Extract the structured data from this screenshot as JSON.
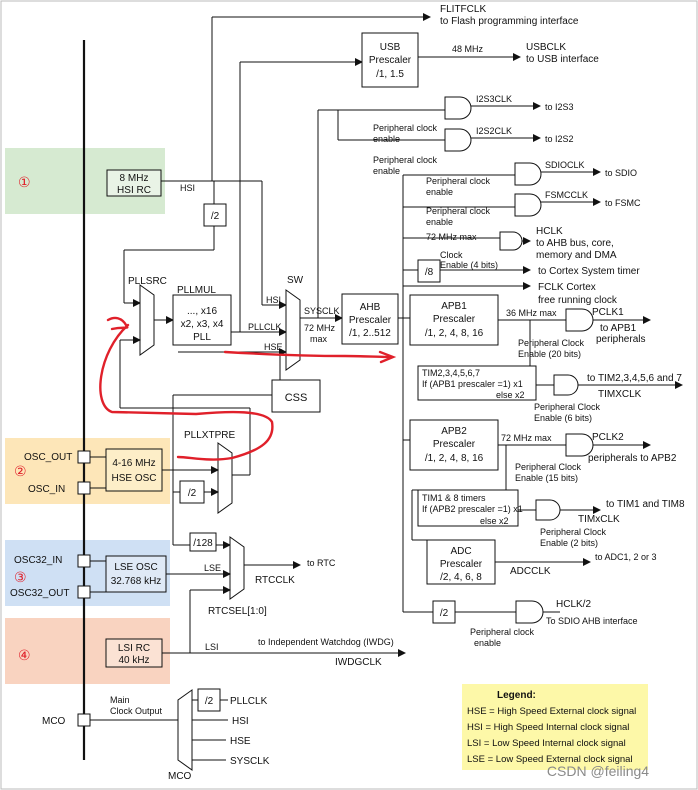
{
  "regions": {
    "hsi": {
      "num": "①",
      "color": "#d6ead1"
    },
    "hse": {
      "num": "②",
      "color": "#fde6b8"
    },
    "lse": {
      "num": "③",
      "color": "#cfe0f4"
    },
    "lsi": {
      "num": "④",
      "color": "#f9d3c0"
    }
  },
  "osc": {
    "hsi_l1": "8 MHz",
    "hsi_l2": "HSI RC",
    "hse_l1": "4-16 MHz",
    "hse_l2": "HSE OSC",
    "lse_l1": "LSE OSC",
    "lse_l2": "32.768 kHz",
    "lsi_l1": "LSI RC",
    "lsi_l2": "40 kHz"
  },
  "pins": {
    "osc_out": "OSC_OUT",
    "osc_in": "OSC_IN",
    "osc32_in": "OSC32_IN",
    "osc32_out": "OSC32_OUT",
    "mco": "MCO"
  },
  "blocks": {
    "usb_l1": "USB",
    "usb_l2": "Prescaler",
    "usb_l3": "/1, 1.5",
    "pll_l1": "..., x16",
    "pll_l2": "x2, x3, x4",
    "pll_l3": "PLL",
    "pllmul": "PLLMUL",
    "pllsrc": "PLLSRC",
    "pllxtpre": "PLLXTPRE",
    "div2": "/2",
    "div128": "/128",
    "div8": "/8",
    "css": "CSS",
    "ahb_l1": "AHB",
    "ahb_l2": "Prescaler",
    "ahb_l3": "/1, 2..512",
    "apb1_l1": "APB1",
    "apb1_l2": "Prescaler",
    "apb1_l3": "/1, 2, 4, 8, 16",
    "apb2_l1": "APB2",
    "apb2_l2": "Prescaler",
    "apb2_l3": "/1, 2, 4, 8, 16",
    "tim1_l1": "TIM2,3,4,5,6,7",
    "tim1_l2": "If (APB1 prescaler =1) x1",
    "tim1_l3": "else  x2",
    "tim2_l1": "TIM1 & 8 timers",
    "tim2_l2": "If (APB2 prescaler =1) x1",
    "tim2_l3": "else x2",
    "adc_l1": "ADC",
    "adc_l2": "Prescaler",
    "adc_l3": "/2, 4, 6, 8"
  },
  "labels": {
    "flitfclk": "FLITFCLK",
    "flash": "to Flash programming interface",
    "usb48": "48 MHz",
    "usbclk": "USBCLK",
    "to_usb": "to USB interface",
    "i2s3clk": "I2S3CLK",
    "to_i2s3": "to I2S3",
    "i2s2clk": "I2S2CLK",
    "to_i2s2": "to I2S2",
    "pce": "Peripheral clock",
    "enable": "enable",
    "sdioclk": "SDIOCLK",
    "to_sdio": "to SDIO",
    "fsmcclk": "FSMCCLK",
    "to_fsmc": "to FSMC",
    "hclk": "HCLK",
    "hclk_1": "to AHB bus, core,",
    "hclk_2": "memory and DMA",
    "max72": "72 MHz max",
    "clock_en": "Clock",
    "enable4": "Enable (4 bits)",
    "cortex_timer": "to Cortex System timer",
    "fclk1": "FCLK Cortex",
    "fclk2": "free running clock",
    "hsi": "HSI",
    "hse": "HSE",
    "sw": "SW",
    "sysclk": "SYSCLK",
    "pllclk": "PLLCLK",
    "sys72a": "72 MHz",
    "sys72b": "max",
    "max36": "36 MHz max",
    "pclk1": "PCLK1",
    "apb1_p1": "to APB1",
    "apb1_p2": "peripherals",
    "pce20a": "Peripheral Clock",
    "pce20b": "Enable (20 bits)",
    "tim_out": "to TIM2,3,4,5,6 and 7",
    "timxclk": "TIMXCLK",
    "pce6a": "Peripheral Clock",
    "pce6b": "Enable (6 bits)",
    "max72b": "72 MHz max",
    "pclk2": "PCLK2",
    "apb2_p": "peripherals to APB2",
    "pce15a": "Peripheral Clock",
    "pce15b": "Enable (15 bits)",
    "tim18": "to TIM1 and TIM8",
    "timxclk2": "TIMxCLK",
    "pce2a": "Peripheral Clock",
    "pce2b": "Enable (2 bits)",
    "adc_out": "to ADC1, 2 or 3",
    "adcclk": "ADCCLK",
    "hclk2": "HCLK/2",
    "to_sdio_ahb": "To SDIO AHB interface",
    "pce_a": "Peripheral clock",
    "pce_b": "enable",
    "to_rtc": "to RTC",
    "rtcclk": "RTCCLK",
    "rtcsel": "RTCSEL[1:0]",
    "lse": "LSE",
    "lsi": "LSI",
    "iwdg": "to Independent Watchdog (IWDG)",
    "iwdgclk": "IWDGCLK",
    "main1": "Main",
    "main2": "Clock Output",
    "mco_pllclk": "PLLCLK",
    "mco_hsi": "HSI",
    "mco_hse": "HSE",
    "mco_sysclk": "SYSCLK",
    "mco_sel": "MCO"
  },
  "legend": {
    "title": "Legend:",
    "hse": "HSE = High Speed External clock signal",
    "hsi": "HSI = High Speed Internal clock signal",
    "lsi": "LSI = Low Speed Internal clock signal",
    "lse": "LSE = Low Speed External clock signal",
    "bg": "#fdf8a8"
  },
  "watermark": "CSDN @feiling4"
}
